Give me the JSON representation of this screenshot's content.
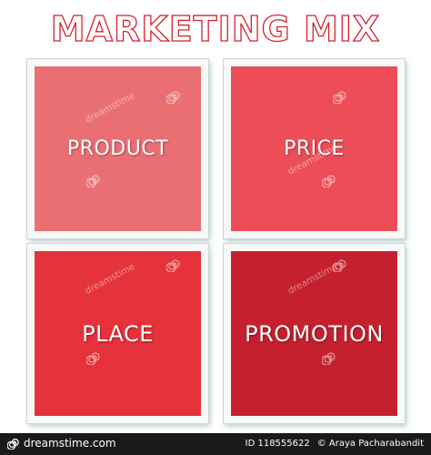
{
  "title": "MARKETING MIX",
  "tiles": [
    {
      "label": "PRODUCT",
      "color": "#ea6f73"
    },
    {
      "label": "PRICE",
      "color": "#ed4d56"
    },
    {
      "label": "PLACE",
      "color": "#e6323a"
    },
    {
      "label": "PROMOTION",
      "color": "#c6202e"
    }
  ],
  "watermark": {
    "text": "dreamstime",
    "icon": "spiral-icon"
  },
  "footer": {
    "logo_text": "dreamstime.com",
    "id_text": "ID 118555622",
    "author_text": "© Araya Pacharabandit"
  },
  "colors": {
    "title_outline": "#d8202e",
    "tile_border": "#f7f8f8",
    "footer_bg": "#1a1a1a"
  }
}
